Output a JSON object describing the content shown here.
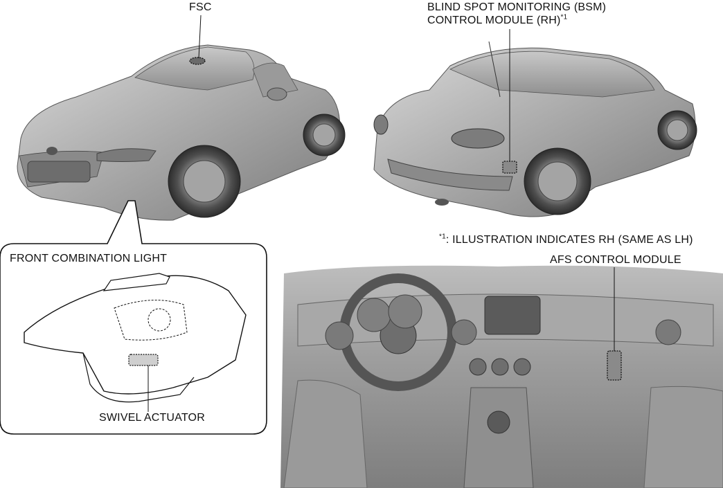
{
  "labels": {
    "fsc": "FSC",
    "bsm_line1": "BLIND SPOT MONITORING (BSM)",
    "bsm_line2": "CONTROL MODULE (RH)",
    "bsm_footnote_ref": "*1",
    "footnote_ref": "*1",
    "footnote_text": ": ILLUSTRATION INDICATES RH (SAME AS LH)",
    "afs_control_module": "AFS CONTROL MODULE",
    "front_combination_light": "FRONT COMBINATION LIGHT",
    "swivel_actuator": "SWIVEL ACTUATOR"
  }
}
